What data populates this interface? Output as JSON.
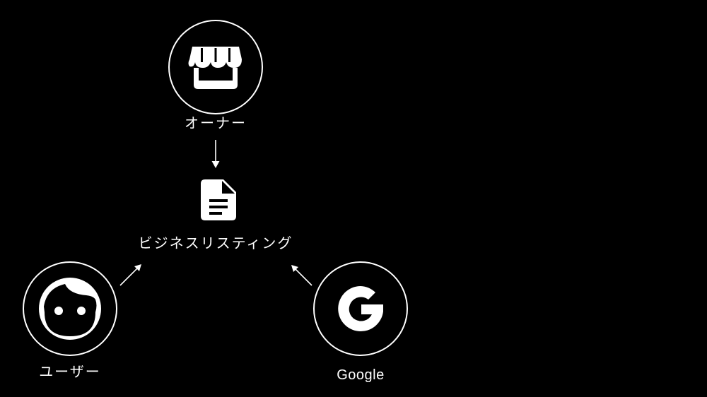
{
  "nodes": {
    "owner": {
      "label": "オーナー",
      "icon": "storefront-icon"
    },
    "listing": {
      "label": "ビジネスリスティング",
      "icon": "document-icon"
    },
    "user": {
      "label": "ユーザー",
      "icon": "face-icon"
    },
    "google": {
      "label": "Google",
      "icon": "google-g-icon"
    }
  },
  "edges": [
    {
      "from": "owner",
      "to": "listing"
    },
    {
      "from": "user",
      "to": "listing"
    },
    {
      "from": "google",
      "to": "listing"
    }
  ],
  "colors": {
    "background": "#000000",
    "foreground": "#ffffff"
  }
}
